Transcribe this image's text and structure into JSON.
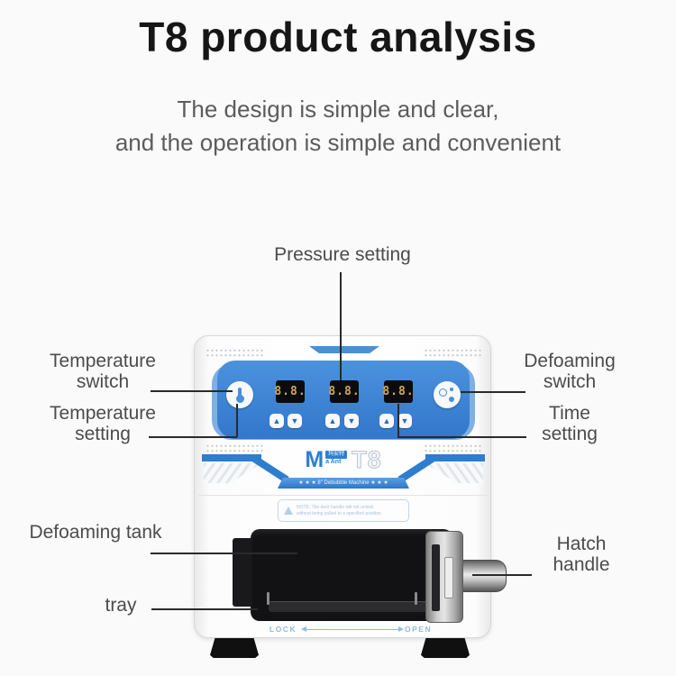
{
  "header": {
    "title": "T8 product analysis",
    "subtitle_line1": "The design is simple and clear,",
    "subtitle_line2": "and the operation is simple and convenient"
  },
  "callouts": {
    "pressure_setting": "Pressure setting",
    "temperature_switch": "Temperature switch",
    "temperature_setting": "Temperature setting",
    "defoaming_switch": "Defoaming switch",
    "time_setting": "Time setting",
    "defoaming_tank": "Defoaming tank",
    "tray": "tray",
    "hatch_handle": "Hatch handle"
  },
  "machine": {
    "led_value": "8.8.",
    "brand_letter": "M",
    "brand_sub": "a Ant",
    "brand_cn": "玛安特",
    "model": "T8",
    "tagline": "★ ★ ★   8″ Debubble Machine   ★ ★ ★",
    "notice_line1": "NOTE: The door handle will not unlock",
    "notice_line2": "without being pulled to a specified position",
    "lock_label": "LOCK",
    "open_label": "OPEN"
  },
  "icons": {
    "up": "▲",
    "down": "▼",
    "thermometer": "thermometer-icon",
    "bubbles": "bubbles-icon",
    "warning": "warning-triangle-icon"
  },
  "colors": {
    "panel_blue": "#3e86d6",
    "accent_blue": "#2e7dce",
    "led_amber": "#d2a855",
    "label_gray": "#4c4c4c"
  }
}
